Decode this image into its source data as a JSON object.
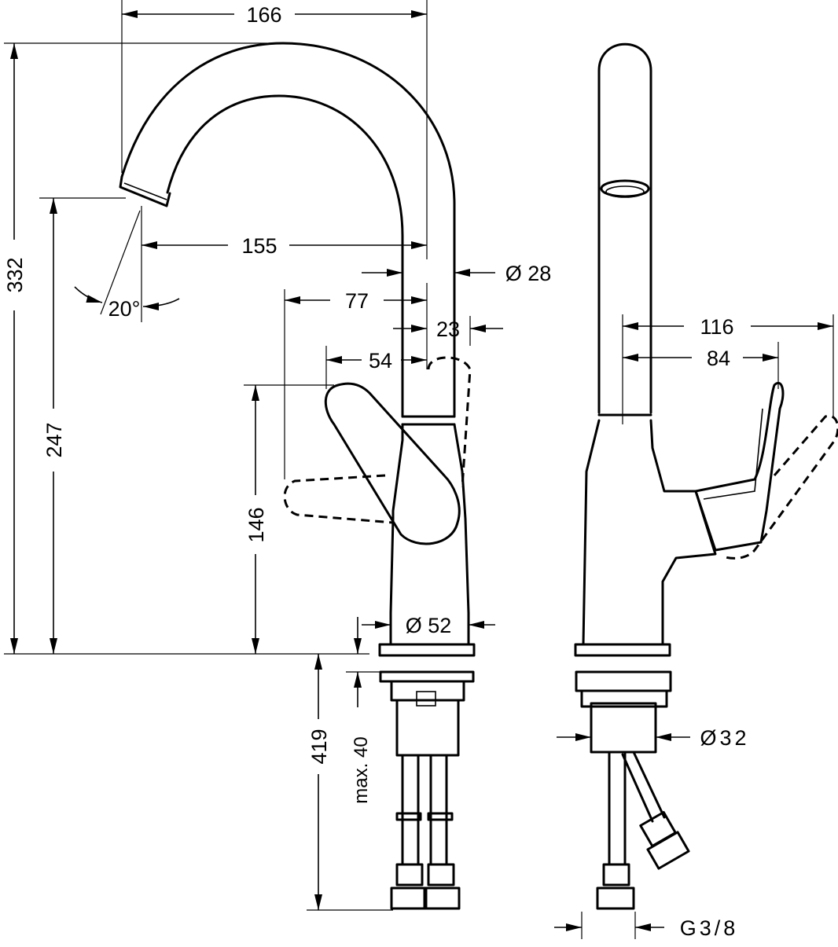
{
  "dimensions": {
    "overall_width": "166",
    "overall_height": "332",
    "spout_reach": "155",
    "spout_outlet_height": "247",
    "angle": "20°",
    "spout_diameter": "Ø 28",
    "lever_reach": "77",
    "spout_offset": "23",
    "lever_width": "54",
    "lever_height": "146",
    "base_diameter": "Ø 52",
    "hose_length": "419",
    "deck_thickness": "max. 40",
    "side_reach_open": "116",
    "side_reach": "84",
    "shank_diameter": "Ø32",
    "connection_thread": "G3/8"
  }
}
